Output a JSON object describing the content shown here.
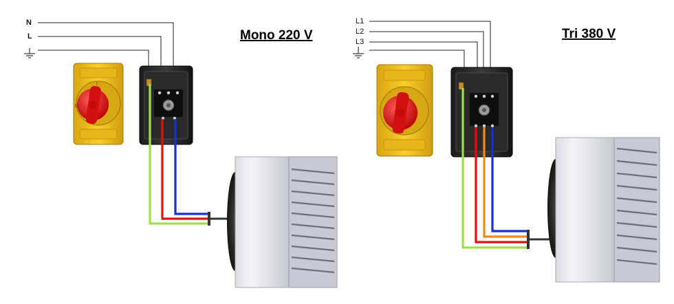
{
  "mono": {
    "title": "Mono 220 V",
    "labels": [
      "N",
      "L"
    ]
  },
  "tri": {
    "title": "Tri 380 V",
    "labels": [
      "L1",
      "L2",
      "L3"
    ]
  },
  "colors": {
    "earth": "#9ee04a",
    "phase_red": "#e01010",
    "neutral_blue": "#1430d8",
    "phase_orange": "#f08a1e",
    "switch_yellow": "#f2c21c",
    "knob_red": "#e01818"
  }
}
